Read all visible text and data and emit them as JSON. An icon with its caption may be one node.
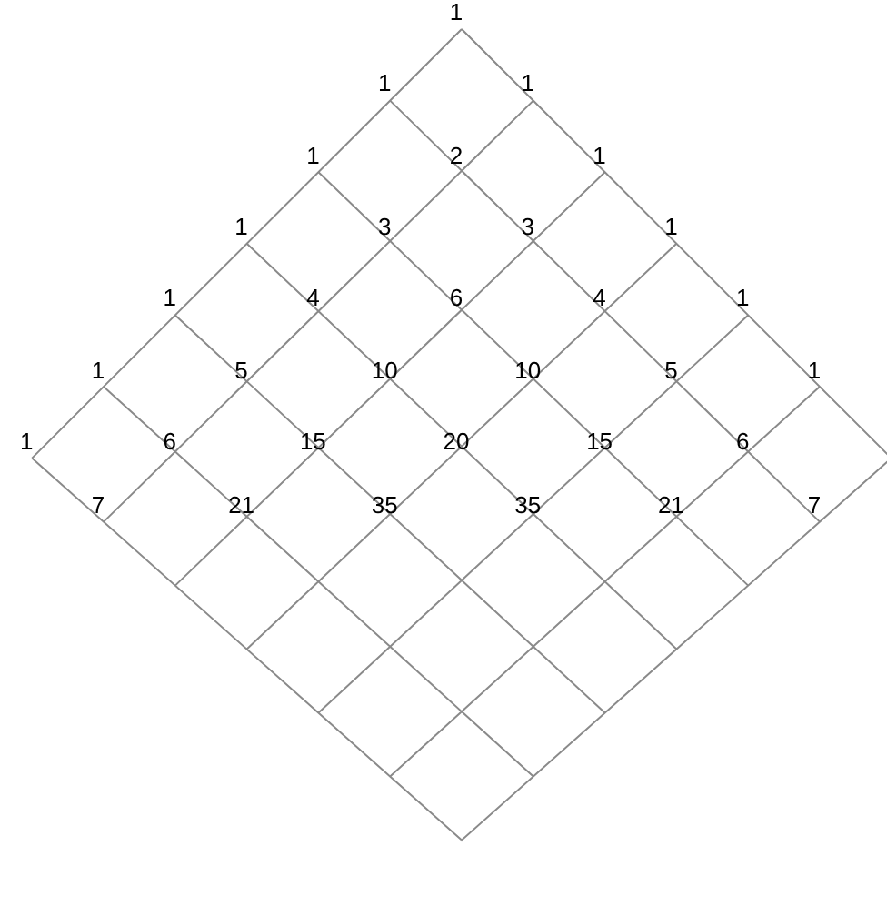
{
  "diagram": {
    "labels": [
      "1",
      "1",
      "1",
      "1",
      "2",
      "1",
      "1",
      "3",
      "3",
      "1",
      "1",
      "4",
      "6",
      "4",
      "1",
      "1",
      "5",
      "10",
      "10",
      "5",
      "1",
      "1",
      "6",
      "15",
      "20",
      "15",
      "6",
      "7",
      "21",
      "35",
      "35",
      "21",
      "7"
    ]
  }
}
